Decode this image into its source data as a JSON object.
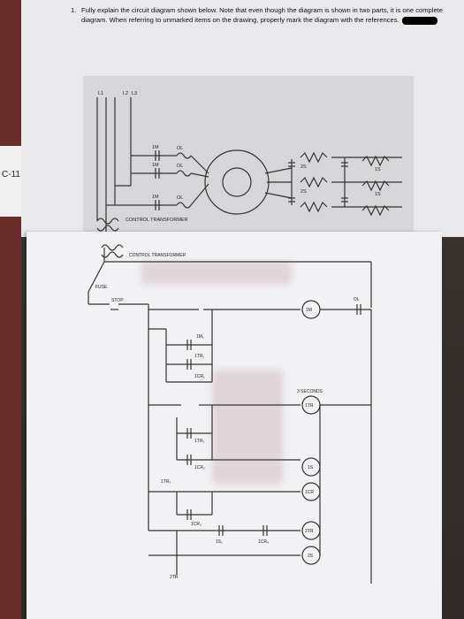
{
  "page": {
    "edge_label": "C-11",
    "question": {
      "number": "1.",
      "text": "Fully explain the circuit diagram shown below.  Note that even though the diagram is shown in two parts, it is one complete diagram. When referring to unmarked items on the drawing, properly mark the diagram with the references."
    }
  },
  "diagram_top": {
    "lines": [
      "L1",
      "L2",
      "L3"
    ],
    "contact_1m": [
      "1M",
      "1M",
      "1M"
    ],
    "overloads": [
      "OL",
      "OL",
      "OL"
    ],
    "transformer_label": "CONTROL\nTRANSFORMER",
    "contact_2s": [
      "2S",
      "2S"
    ],
    "contact_1s": [
      "1S",
      "1S"
    ]
  },
  "diagram_bottom": {
    "transformer_label": "CONTROL\nTRANSFORMER",
    "fuse": "FUSE",
    "stop": "STOP",
    "ol": "OL",
    "coil_1m": "1M",
    "seconds_label": "3 SECONDS",
    "timer_1tr": "1TR",
    "coil_1s": "1S",
    "coil_1cr": "1CR",
    "timer_2tr": "2TR",
    "coil_2s": "2S",
    "contacts": {
      "c1m": "1M₁",
      "c1tr1": "1TR₁",
      "c1cr1": "1CR₁",
      "c1tr2": "1TR₂",
      "c1cr2": "1CR₂",
      "c1tr3": "1TR₃",
      "c1cr3": "1CR₃",
      "c1s1": "1S₁",
      "c1cr4": "1CR₄",
      "c2tr": "2TR"
    }
  }
}
